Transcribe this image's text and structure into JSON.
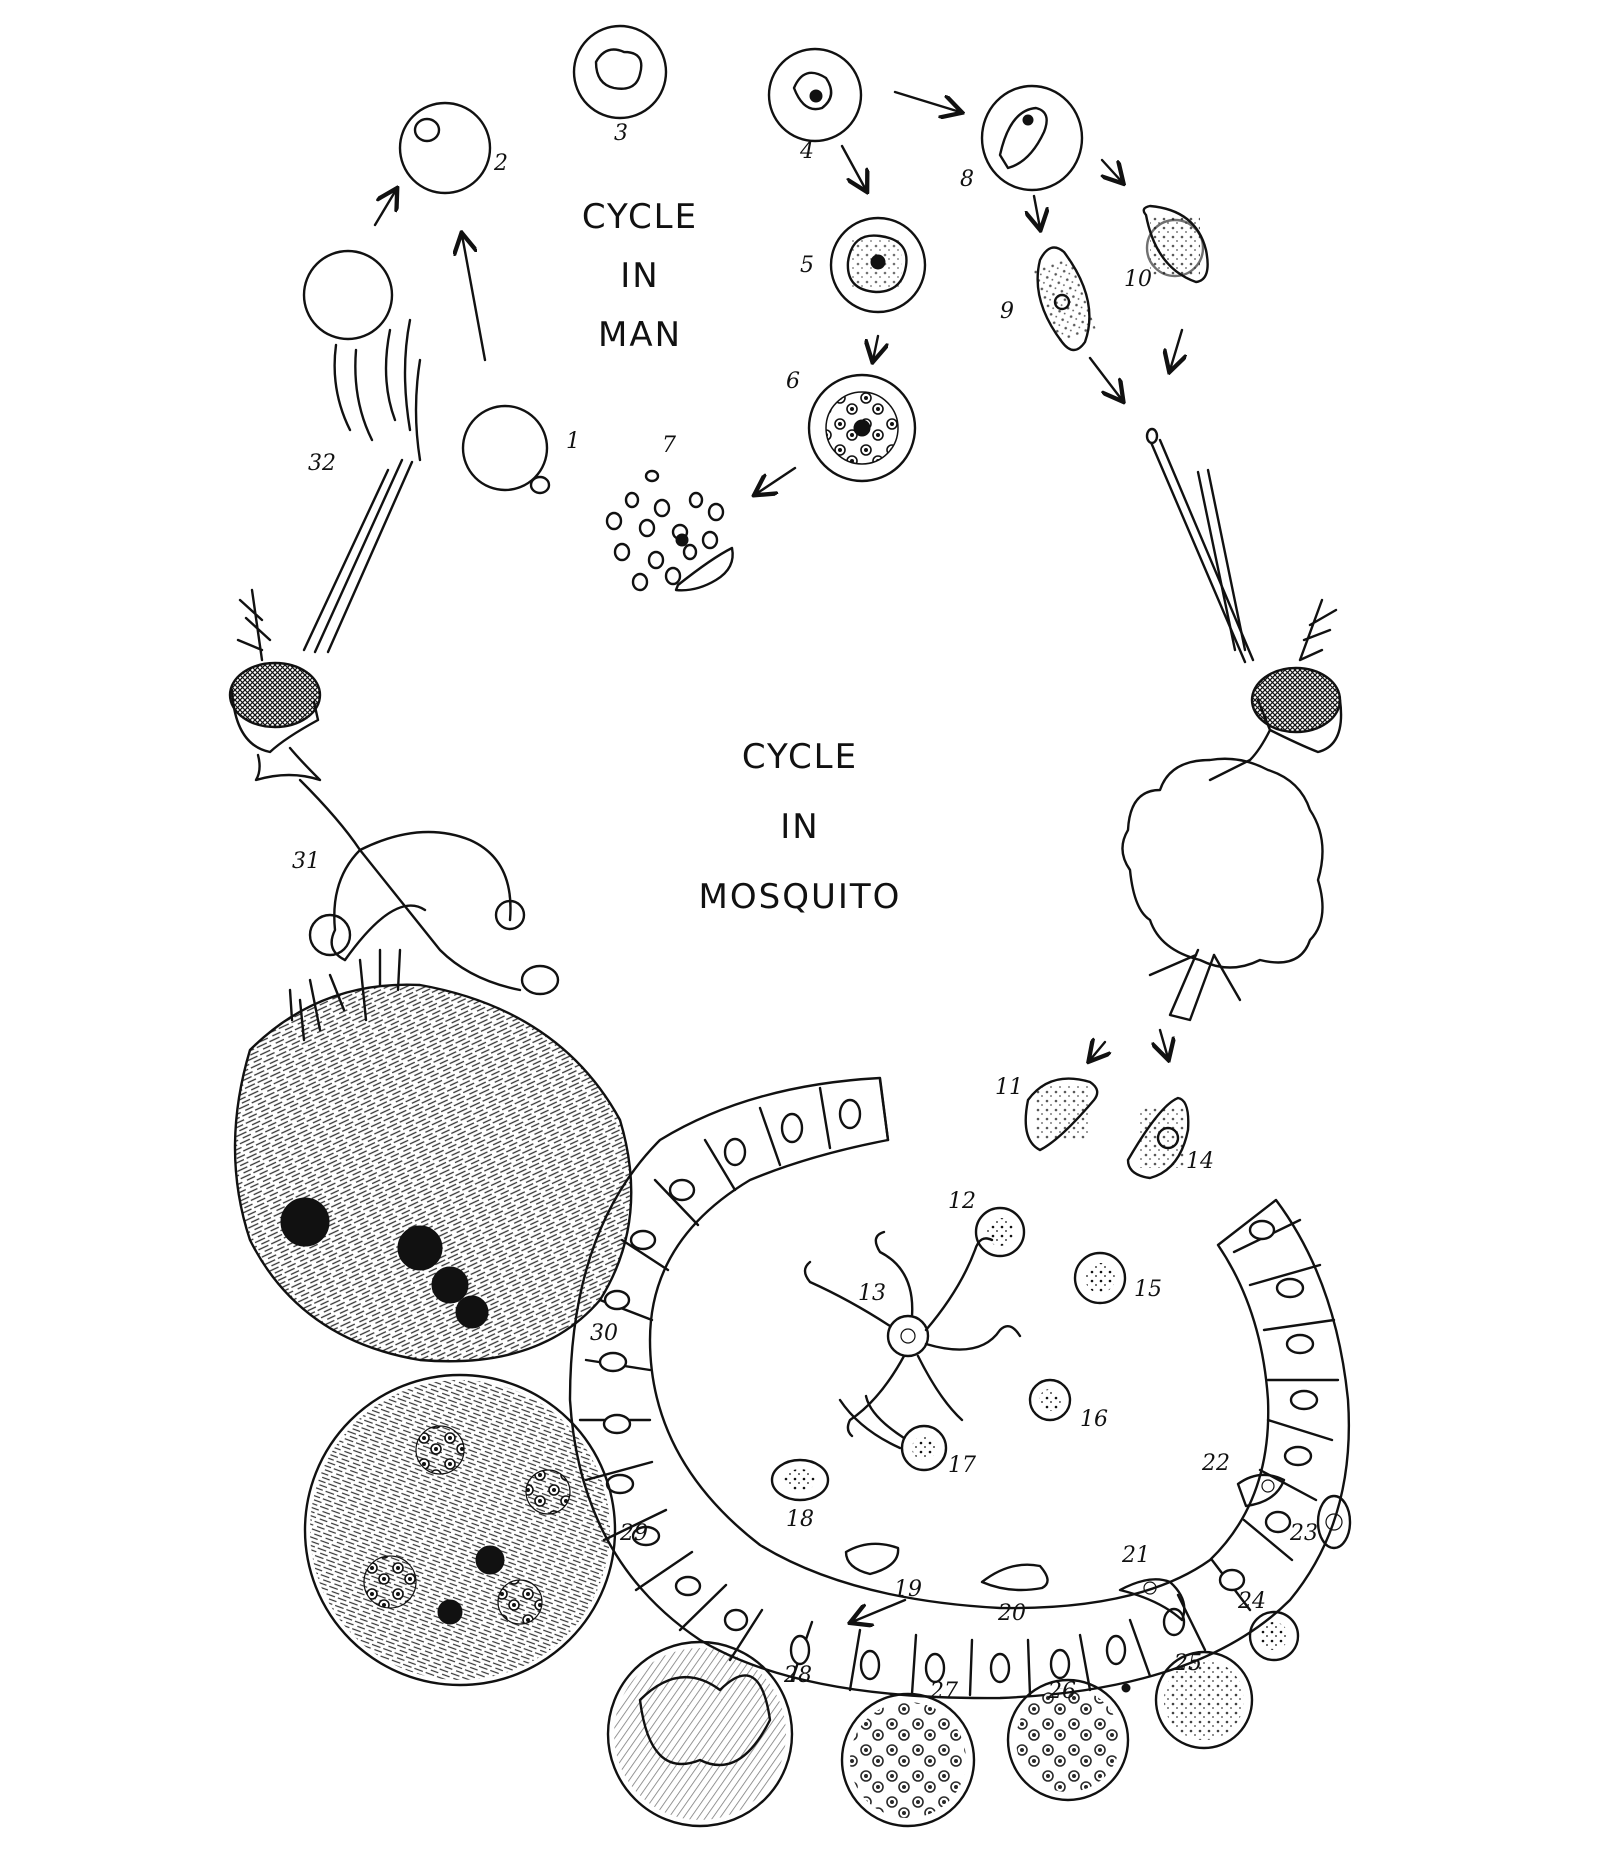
{
  "titles": {
    "man": [
      "CYCLE",
      "IN",
      "MAN"
    ],
    "mosquito": [
      "CYCLE",
      "IN",
      "MOSQUITO"
    ]
  },
  "stage_numbers": [
    "1",
    "2",
    "3",
    "4",
    "5",
    "6",
    "7",
    "8",
    "9",
    "10",
    "11",
    "12",
    "13",
    "14",
    "15",
    "16",
    "17",
    "18",
    "19",
    "20",
    "21",
    "22",
    "23",
    "24",
    "25",
    "26",
    "27",
    "28",
    "29",
    "30",
    "31",
    "32"
  ],
  "colors": {
    "ink": "#111111",
    "paper": "#ffffff"
  },
  "illustration": "hand-drawn life cycle of the malaria parasite: blood cells in man, mosquito stomach wall with oocysts and salivary glands"
}
